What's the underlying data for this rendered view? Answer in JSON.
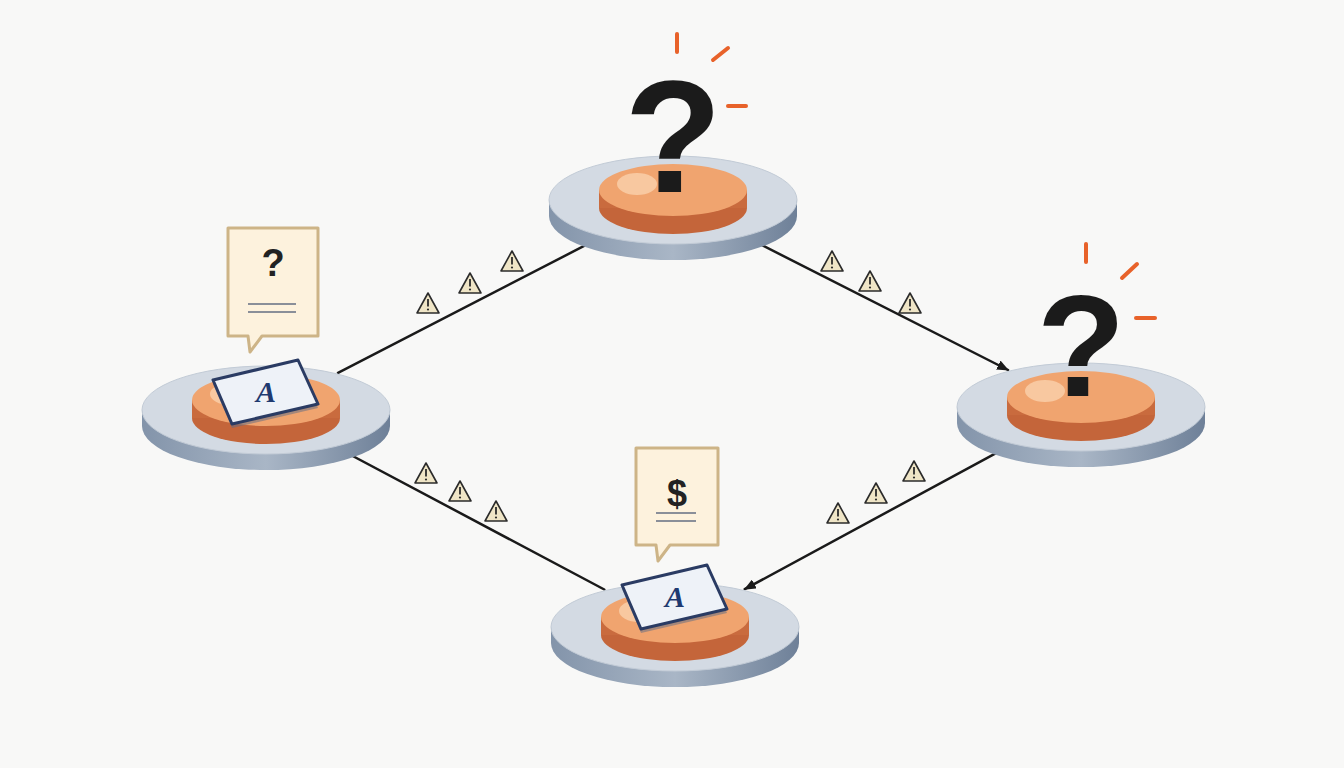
{
  "diagram": {
    "nodes": [
      {
        "text": [
          "?"
        ]
      },
      {
        "text": [
          "?",
          "A"
        ]
      },
      {
        "text": [
          "?"
        ]
      },
      {
        "text": [
          "$",
          "A"
        ]
      }
    ],
    "edges": [
      {
        "from": 1,
        "to": 0,
        "arrow": "to"
      },
      {
        "from": 0,
        "to": 2,
        "arrow": "to"
      },
      {
        "from": 2,
        "to": 3,
        "arrow": "to"
      },
      {
        "from": 3,
        "to": 1,
        "arrow": "none"
      }
    ]
  }
}
